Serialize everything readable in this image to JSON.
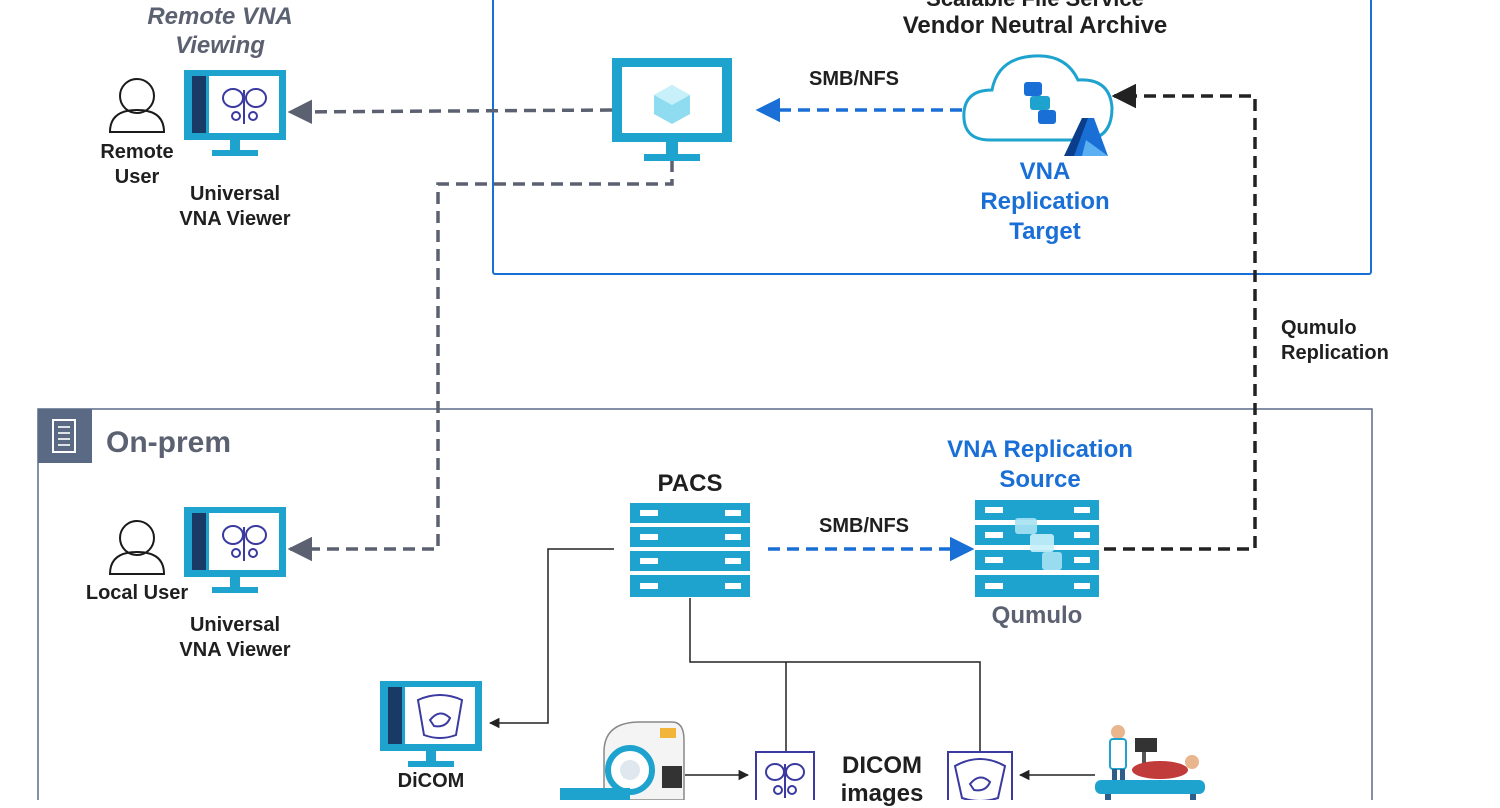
{
  "cloud": {
    "heading_partial": "Scalable File Service",
    "heading": "Vendor Neutral Archive",
    "target_label_1": "VNA",
    "target_label_2": "Replication",
    "target_label_3": "Target",
    "smb_label": "SMB/NFS"
  },
  "remote": {
    "section_title_1": "Remote VNA",
    "section_title_2": "Viewing",
    "user_label_1": "Remote",
    "user_label_2": "User",
    "viewer_label_1": "Universal",
    "viewer_label_2": "VNA Viewer"
  },
  "replication": {
    "label_1": "Qumulo",
    "label_2": "Replication"
  },
  "onprem": {
    "title": "On-prem",
    "pacs_label": "PACS",
    "smb_label": "SMB/NFS",
    "source_label_1": "VNA Replication",
    "source_label_2": "Source",
    "qumulo_label": "Qumulo",
    "local_user_label": "Local User",
    "viewer_label_1": "Universal",
    "viewer_label_2": "VNA Viewer",
    "dicom_viewer_label_1": "DiCOM",
    "dicom_images_label_1": "DICOM",
    "dicom_images_label_2": "images"
  },
  "colors": {
    "cloud_border": "#1a6fd6",
    "onprem_border": "#5a6a85",
    "accent_blue": "#1a6fd6",
    "monitor": "#1ea3cf",
    "dashed_gray": "#5b6170",
    "dashed_black": "#222222"
  },
  "icons": [
    "user-icon",
    "monitor-icon",
    "cloud-icon",
    "azure-icon",
    "server-icon",
    "building-icon",
    "mri-scanner-icon",
    "ultrasound-patient-icon",
    "pelvis-xray-icon",
    "ultrasound-image-icon"
  ]
}
